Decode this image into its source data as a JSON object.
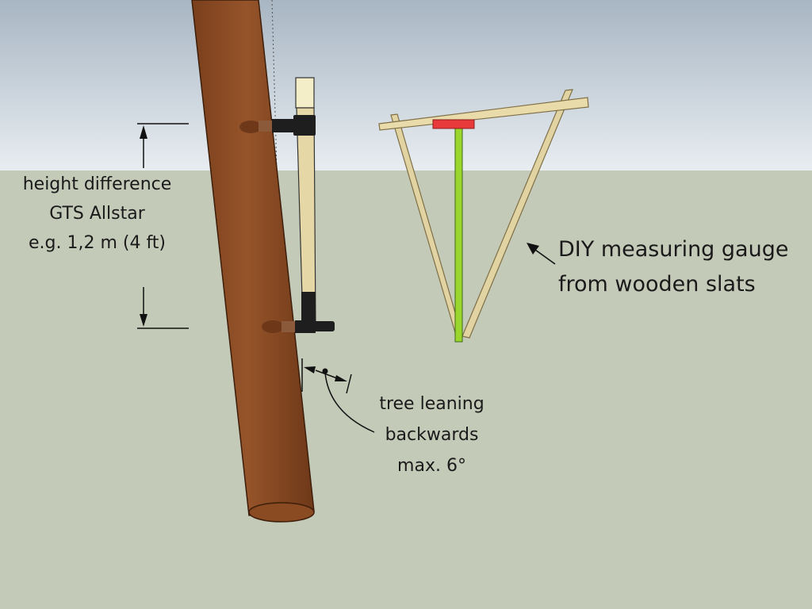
{
  "height_annotation": {
    "lines": [
      "height difference",
      "GTS Allstar",
      "e.g. 1,2 m (4 ft)"
    ]
  },
  "gauge_annotation": {
    "lines": [
      "DIY measuring gauge",
      "from wooden slats"
    ]
  },
  "lean_annotation": {
    "lines": [
      "tree leaning",
      "backwards",
      "max. 6°"
    ]
  },
  "colors": {
    "sky_top": "#aab7c4",
    "sky_bottom": "#e7ecf0",
    "ground": "#c4cab8",
    "trunk": "#8b4a23",
    "trunk_dark": "#6b3616",
    "wood": "#e6d7a6",
    "wood_edge": "#9b8a5c",
    "bracket": "#1e1e1e",
    "plumb": "#9ad62e",
    "plumb_top": "#e83a3a"
  }
}
